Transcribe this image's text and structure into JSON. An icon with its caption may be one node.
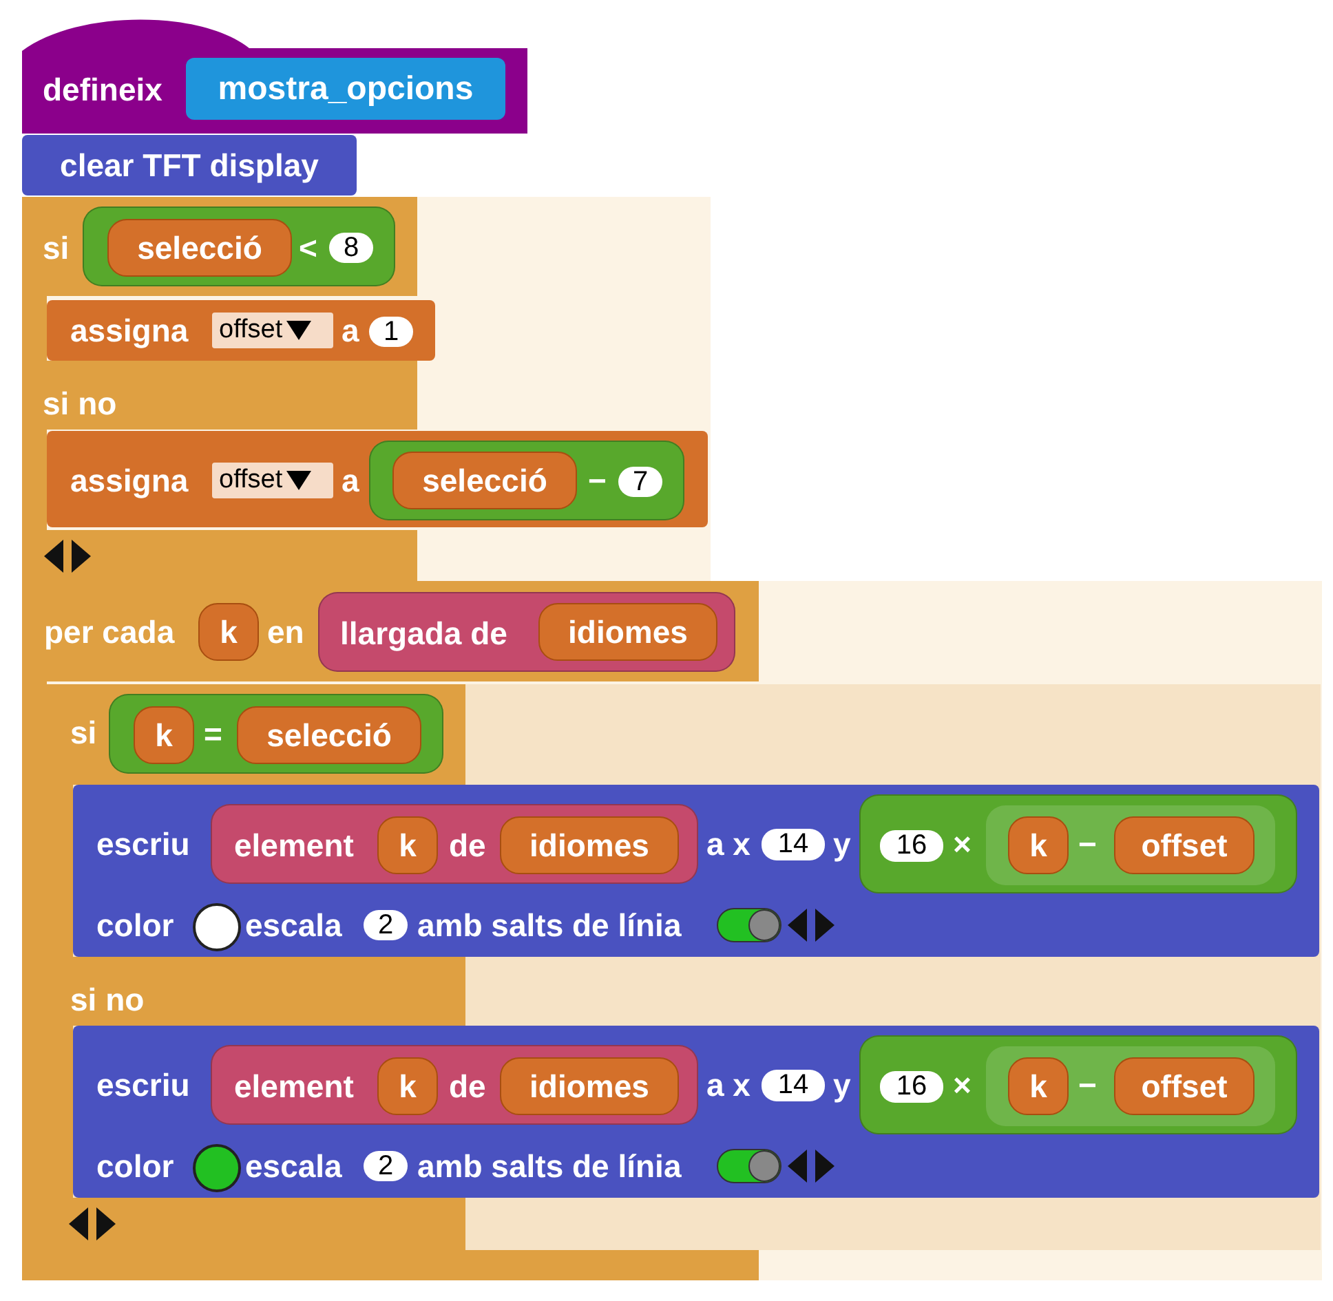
{
  "diagram": {
    "nodes": [
      {
        "text": [
          "defineix"
        ]
      },
      {
        "text": [
          "mostra_opcions"
        ],
        "in": 0
      },
      {
        "text": [
          "clear TFT display"
        ]
      },
      {
        "text": [
          "si",
          "si no"
        ]
      },
      {
        "text": [
          "<"
        ],
        "in": 3
      },
      {
        "text": [
          "selecció"
        ],
        "in": 4
      },
      {
        "text": [
          "8"
        ],
        "in": 4
      },
      {
        "text": [
          "assigna",
          "a"
        ],
        "in": 3
      },
      {
        "text": [
          "offset"
        ],
        "in": 7
      },
      {
        "text": [
          "1"
        ],
        "in": 7
      },
      {
        "text": [
          "assigna",
          "a"
        ],
        "in": 3
      },
      {
        "text": [
          "offset"
        ],
        "in": 10
      },
      {
        "text": [
          "−"
        ],
        "in": 10
      },
      {
        "text": [
          "selecció"
        ],
        "in": 12
      },
      {
        "text": [
          "7"
        ],
        "in": 12
      },
      {
        "text": [
          "per cada",
          "en"
        ]
      },
      {
        "text": [
          "k"
        ],
        "in": 15
      },
      {
        "text": [
          "llargada de"
        ],
        "in": 15
      },
      {
        "text": [
          "idiomes"
        ],
        "in": 17
      },
      {
        "text": [
          "si",
          "si no"
        ],
        "in": 15
      },
      {
        "text": [
          "="
        ],
        "in": 19
      },
      {
        "text": [
          "k"
        ],
        "in": 20
      },
      {
        "text": [
          "selecció"
        ],
        "in": 20
      },
      {
        "text": [
          "escriu",
          "a x",
          "y",
          "color",
          "escala",
          "amb salts de línia"
        ],
        "in": 19
      },
      {
        "text": [
          "element",
          "de"
        ],
        "in": 23
      },
      {
        "text": [
          "k"
        ],
        "in": 24
      },
      {
        "text": [
          "idiomes"
        ],
        "in": 24
      },
      {
        "text": [
          "14"
        ],
        "in": 23
      },
      {
        "text": [
          "×"
        ],
        "in": 23
      },
      {
        "text": [
          "16"
        ],
        "in": 28
      },
      {
        "text": [
          "−"
        ],
        "in": 28
      },
      {
        "text": [
          "k"
        ],
        "in": 30
      },
      {
        "text": [
          "offset"
        ],
        "in": 30
      },
      {
        "text": [],
        "shape": "circle",
        "in": 23
      },
      {
        "text": [
          "2"
        ],
        "in": 23
      },
      {
        "text": [
          "escriu",
          "a x",
          "y",
          "color",
          "escala",
          "amb salts de línia"
        ],
        "in": 19
      },
      {
        "text": [
          "element",
          "de"
        ],
        "in": 35
      },
      {
        "text": [
          "k"
        ],
        "in": 36
      },
      {
        "text": [
          "idiomes"
        ],
        "in": 36
      },
      {
        "text": [
          "14"
        ],
        "in": 35
      },
      {
        "text": [
          "×"
        ],
        "in": 35
      },
      {
        "text": [
          "16"
        ],
        "in": 40
      },
      {
        "text": [
          "−"
        ],
        "in": 40
      },
      {
        "text": [
          "k"
        ],
        "in": 42
      },
      {
        "text": [
          "offset"
        ],
        "in": 42
      },
      {
        "text": [],
        "shape": "circle",
        "in": 35
      },
      {
        "text": [
          "2"
        ],
        "in": 35
      }
    ]
  }
}
